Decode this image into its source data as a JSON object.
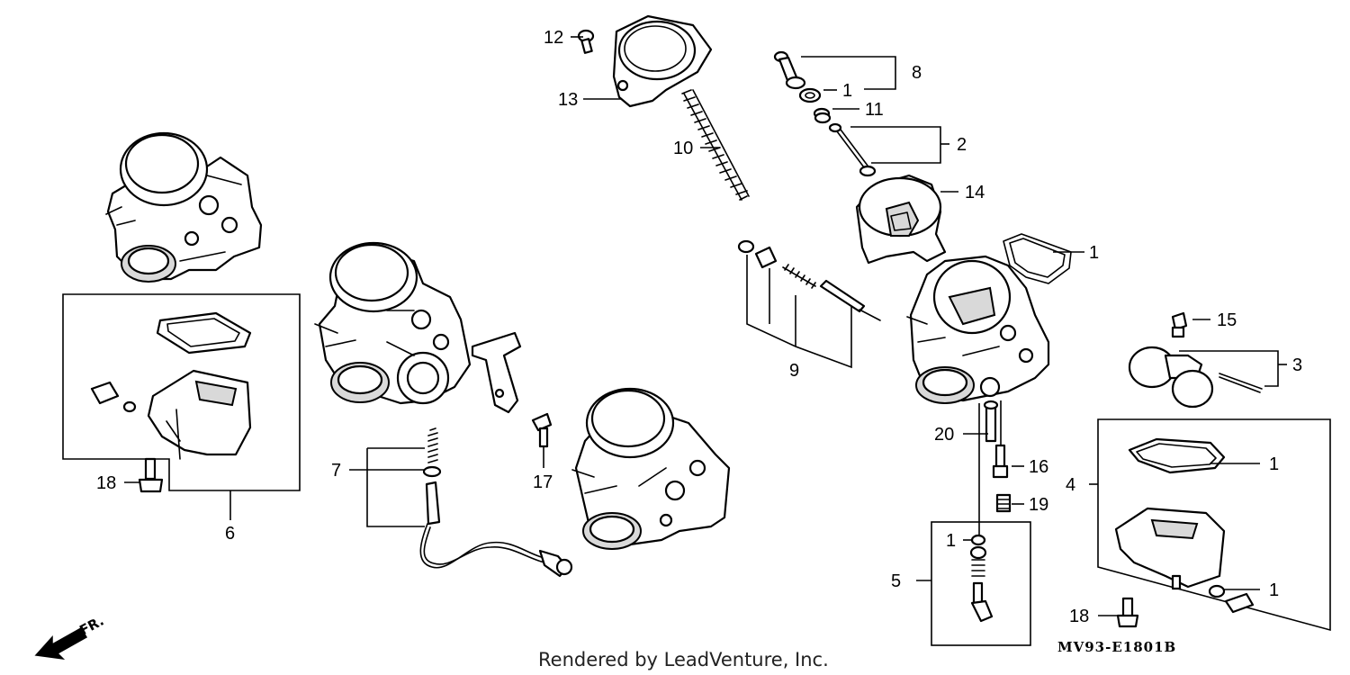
{
  "diagram": {
    "callouts": {
      "c1a": "1",
      "c1b": "1",
      "c1c": "1",
      "c1d": "1",
      "c1e": "1",
      "c2": "2",
      "c3": "3",
      "c4": "4",
      "c5": "5",
      "c6": "6",
      "c7": "7",
      "c8": "8",
      "c9": "9",
      "c10": "10",
      "c11": "11",
      "c12": "12",
      "c13": "13",
      "c14": "14",
      "c15": "15",
      "c16": "16",
      "c17": "17",
      "c18a": "18",
      "c18b": "18",
      "c19": "19",
      "c20": "20"
    },
    "direction_label": "FR.",
    "credit": "Rendered by LeadVenture, Inc.",
    "diagram_code": "MV93-E1801B"
  }
}
